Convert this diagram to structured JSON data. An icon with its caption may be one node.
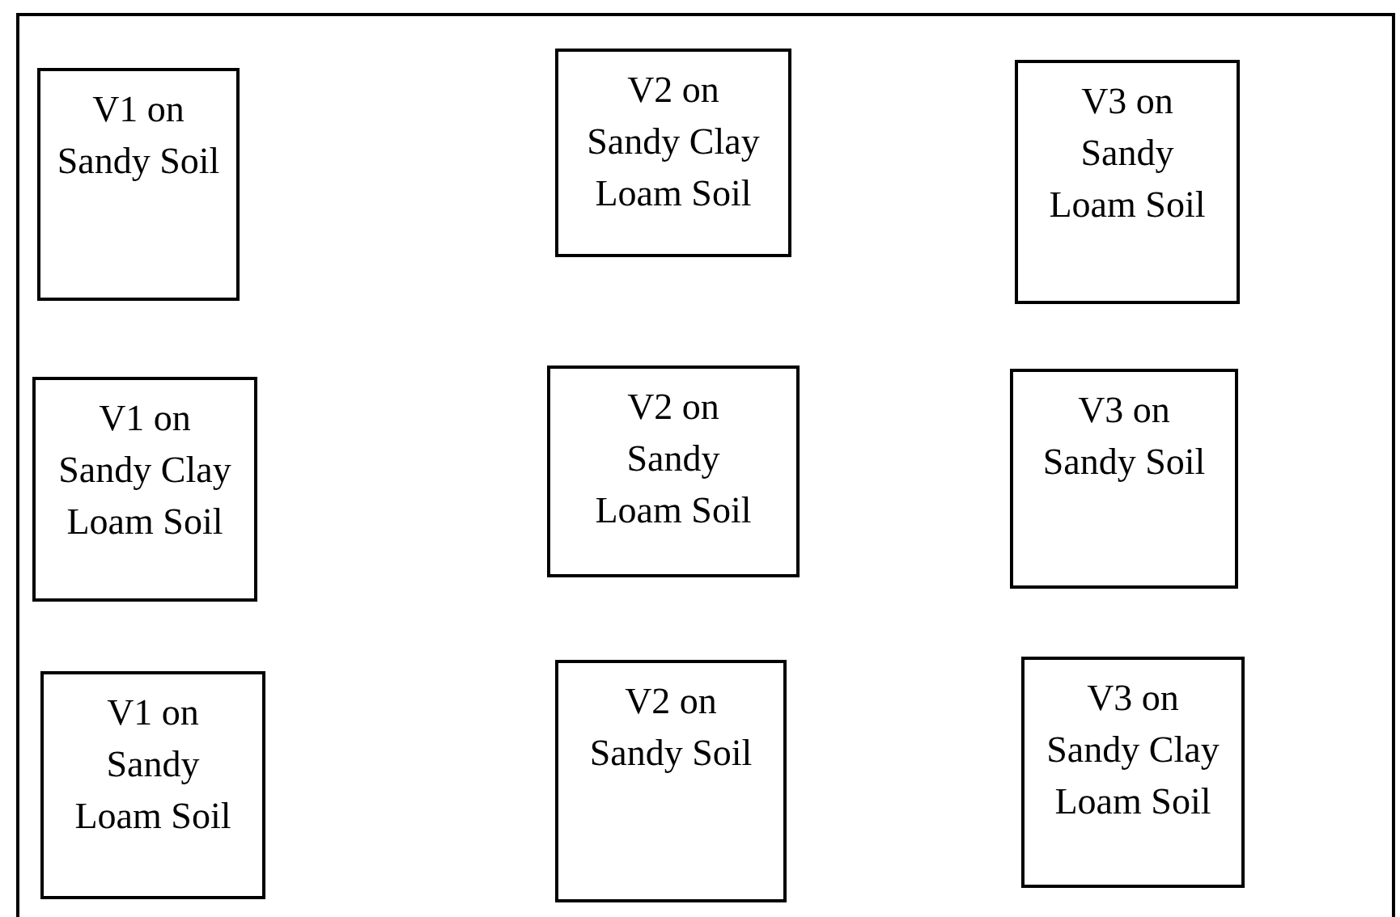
{
  "diagram": {
    "nodes": [
      {
        "text": [],
        "shape": "box"
      },
      {
        "text": [
          "V1 on Sandy Soil"
        ],
        "in": 0
      },
      {
        "text": [
          "V2 on Sandy Clay Loam Soil"
        ],
        "in": 0
      },
      {
        "text": [
          "V3 on Sandy Loam Soil"
        ],
        "in": 0
      },
      {
        "text": [
          "V1 on Sandy Clay Loam Soil"
        ],
        "in": 0
      },
      {
        "text": [
          "V2 on Sandy Loam Soil"
        ],
        "in": 0
      },
      {
        "text": [
          "V3 on Sandy Soil"
        ],
        "in": 0
      },
      {
        "text": [
          "V1 on Sandy Loam Soil"
        ],
        "in": 0
      },
      {
        "text": [
          "V2 on Sandy Soil"
        ],
        "in": 0
      },
      {
        "text": [
          "V3 on Sandy Clay Loam Soil"
        ],
        "in": 0
      }
    ]
  }
}
